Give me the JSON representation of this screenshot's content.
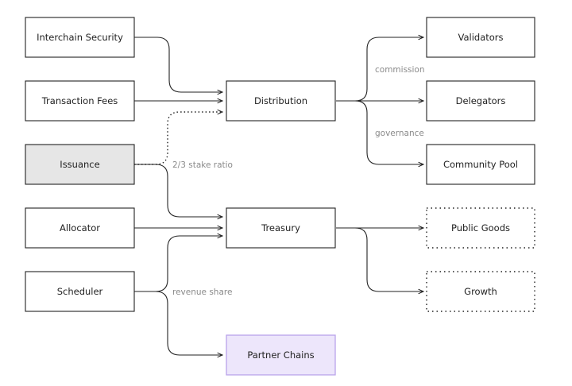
{
  "nodes": {
    "interchain_security": {
      "label": "Interchain Security"
    },
    "transaction_fees": {
      "label": "Transaction Fees"
    },
    "issuance": {
      "label": "Issuance",
      "fill": "#e6e6e6"
    },
    "allocator": {
      "label": "Allocator"
    },
    "scheduler": {
      "label": "Scheduler"
    },
    "distribution": {
      "label": "Distribution"
    },
    "treasury": {
      "label": "Treasury"
    },
    "partner_chains": {
      "label": "Partner Chains",
      "fill": "#ede6fb",
      "stroke": "#b9a3ea"
    },
    "validators": {
      "label": "Validators"
    },
    "delegators": {
      "label": "Delegators"
    },
    "community_pool": {
      "label": "Community Pool"
    },
    "public_goods": {
      "label": "Public Goods",
      "style": "dotted"
    },
    "growth": {
      "label": "Growth",
      "style": "dotted"
    }
  },
  "edge_labels": {
    "stake_ratio": "2/3 stake ratio",
    "revenue_share": "revenue share",
    "commission": "commission",
    "governance": "governance"
  },
  "edges": [
    {
      "from": "interchain_security",
      "to": "distribution"
    },
    {
      "from": "transaction_fees",
      "to": "distribution"
    },
    {
      "from": "issuance",
      "to": "distribution",
      "style": "dotted",
      "label": "2/3 stake ratio"
    },
    {
      "from": "issuance",
      "to": "treasury"
    },
    {
      "from": "allocator",
      "to": "treasury"
    },
    {
      "from": "scheduler",
      "to": "treasury",
      "label": "revenue share"
    },
    {
      "from": "scheduler",
      "to": "partner_chains"
    },
    {
      "from": "distribution",
      "to": "validators",
      "label": "commission"
    },
    {
      "from": "distribution",
      "to": "delegators"
    },
    {
      "from": "distribution",
      "to": "community_pool",
      "label": "governance"
    },
    {
      "from": "treasury",
      "to": "public_goods"
    },
    {
      "from": "treasury",
      "to": "growth"
    }
  ]
}
